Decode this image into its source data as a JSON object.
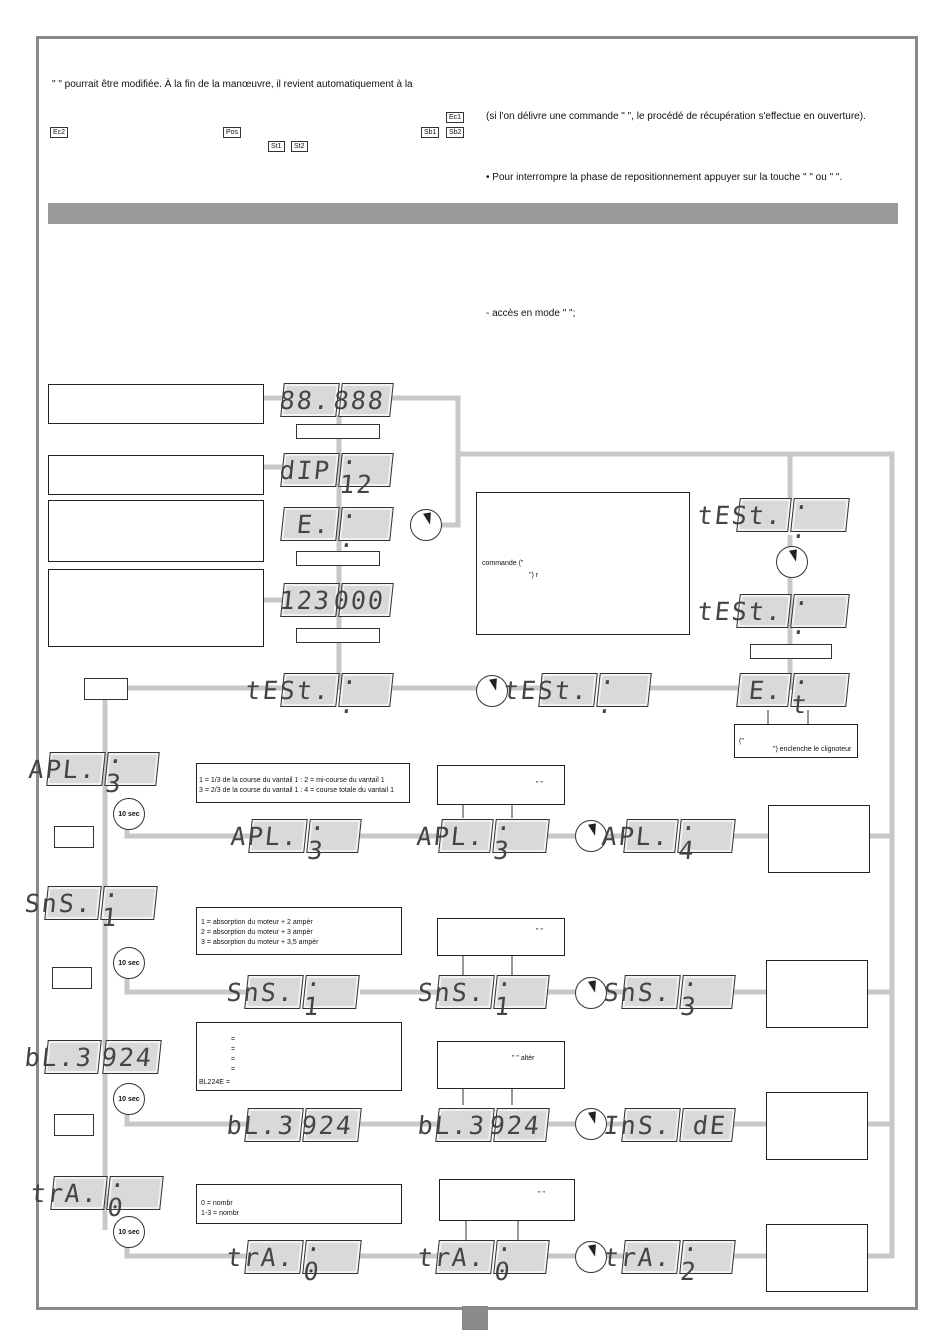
{
  "top": {
    "line1": "\"      \" pourrait être modifiée. À la fin de la manœuvre, il revient automatiquement à la",
    "right1": "(si l'on délivre une commande \"      \", le procédé de récupération s'effectue en ouverture).",
    "right2": "• Pour interrompre la phase de repositionnement appuyer sur la touche \"        \" ou \"     \".",
    "access": "-    accès en mode \"       \";",
    "glyph_ec1": "Ec1",
    "glyph_ec2": "Ec2",
    "glyph_pos": "Pos",
    "glyph_st1": "St1",
    "glyph_st2": "St2",
    "glyph_sb1": "Sb1",
    "glyph_sb2": "Sb2"
  },
  "notes": {
    "commande_a": "commande (\"",
    "commande_b": "\") r",
    "clignoteur_a": "(\"",
    "clignoteur_b": "\") enclenche le clignoteur",
    "apl_line1": "1 = 1/3 de la course du vantail 1 : 2 = mi-course du vantail 1",
    "apl_line2": "3 = 2/3 de la course du vantail 1 :  4 = course totale du vantail 1",
    "sns_line1": "1 = absorption du moteur + 2 ampèr",
    "sns_line2": "2 = absorption du moteur + 3 ampèr",
    "sns_line3": "3 = absorption du moteur + 3,5 ampèr",
    "bl_eq1": "=",
    "bl_eq2": "=",
    "bl_eq3": "=",
    "bl_eq4": "=",
    "bl_eq5": "=",
    "bl_last": "BL224E  =",
    "tra_line1": "0 = nombr",
    "tra_line2": "1-3 = nombr",
    "quote_marks": "\"     \"",
    "alter": "\"      \" altèr",
    "timer10": "10 sec"
  },
  "displays": {
    "d1a": "88.",
    "d1b": "888",
    "d2a": "dIP",
    "d2b": ". 12",
    "d3a": "E.",
    "d3b": ". .",
    "d4a": "123",
    "d4b": "000",
    "d5a": "tESt.",
    "d5b": ". .",
    "d6a": "tESt.",
    "d6b": ". .",
    "d7a": "E.",
    "d7b": ". t",
    "d8a": "tESt.",
    "d8b": ". .",
    "d9a": "tESt.",
    "d9b": ". .",
    "apl": "APL.",
    "apl_v": ". 3",
    "apl_v4": ". 4",
    "sns": "SnS.",
    "sns_v": ". 1",
    "sns_v3": ". 3",
    "bl": "bL.3",
    "bl_v": "924",
    "bl_ins": "InS.",
    "bl_de": "dE",
    "tra": "trA.",
    "tra_v": ". 0",
    "tra_v2": ". 2"
  },
  "colors": {
    "frame": "#8a8a8a",
    "band": "#9a9a9a",
    "flow": "#c8c8c8",
    "lcd": "#d9d9d9"
  }
}
